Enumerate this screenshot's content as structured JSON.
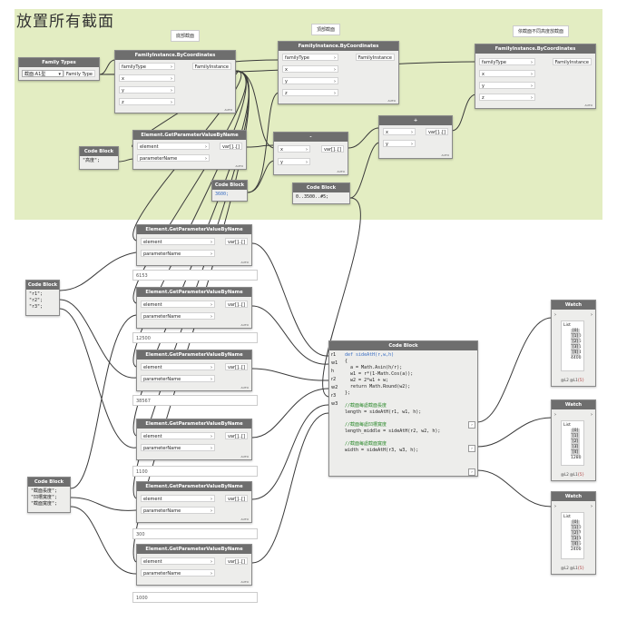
{
  "page_title": "放置所有截面",
  "notes": [
    "底部截面",
    "頂部截面",
    "依截面不同高度放截面"
  ],
  "family_types": {
    "title": "Family Types",
    "selected": "截面:A1型",
    "output": "Family Type"
  },
  "byc_nodes": [
    {
      "title": "FamilyInstance.ByCoordinates",
      "inputs": [
        "familyType",
        "x",
        "y",
        "z"
      ],
      "output": "FamilyInstance",
      "footer": "AUTO"
    },
    {
      "title": "FamilyInstance.ByCoordinates",
      "inputs": [
        "familyType",
        "x",
        "y",
        "z"
      ],
      "output": "FamilyInstance",
      "footer": "AUTO"
    },
    {
      "title": "FamilyInstance.ByCoordinates",
      "inputs": [
        "familyType",
        "x",
        "y",
        "z"
      ],
      "output": "FamilyInstance",
      "footer": "AUTO"
    }
  ],
  "gp_top": {
    "title": "Element.GetParameterValueByName",
    "inputs": [
      "element",
      "parameterName"
    ],
    "output": "var[]..[]",
    "footer": "AUTO"
  },
  "cb_height": {
    "title": "Code Block",
    "code": "\"高度\";"
  },
  "cb_3600": {
    "title": "Code Block",
    "code": "3600;"
  },
  "cb_range": {
    "title": "Code Block",
    "code": "0..3500..#5;"
  },
  "minus_node": {
    "title": "-",
    "inputs": [
      "x",
      "y"
    ],
    "output": "var[]..[]",
    "footer": "AUTO"
  },
  "plus_node": {
    "title": "+",
    "inputs": [
      "x",
      "y"
    ],
    "output": "var[]..[]",
    "footer": "AUTO"
  },
  "cb_r": {
    "title": "Code Block",
    "lines": [
      "\"r1\";",
      "\"r2\";",
      "\"r3\";"
    ]
  },
  "cb_names": {
    "title": "Code Block",
    "lines": [
      "\"截面長度\";",
      "\"凹槽寬度\";",
      "\"截面寬度\";"
    ]
  },
  "gp_nodes": [
    {
      "title": "Element.GetParameterValueByName",
      "inputs": [
        "element",
        "parameterName"
      ],
      "output": "var[]..[]",
      "footer": "AUTO",
      "value": "6153"
    },
    {
      "title": "Element.GetParameterValueByName",
      "inputs": [
        "element",
        "parameterName"
      ],
      "output": "var[]..[]",
      "footer": "AUTO",
      "value": "12500"
    },
    {
      "title": "Element.GetParameterValueByName",
      "inputs": [
        "element",
        "parameterName"
      ],
      "output": "var[]..[]",
      "footer": "AUTO",
      "value": "38567"
    },
    {
      "title": "Element.GetParameterValueByName",
      "inputs": [
        "element",
        "parameterName"
      ],
      "output": "var[]..[]",
      "footer": "AUTO",
      "value": "1100"
    },
    {
      "title": "Element.GetParameterValueByName",
      "inputs": [
        "element",
        "parameterName"
      ],
      "output": "var[]..[]",
      "footer": "AUTO",
      "value": "300"
    },
    {
      "title": "Element.GetParameterValueByName",
      "inputs": [
        "element",
        "parameterName"
      ],
      "output": "var[]..[]",
      "footer": "AUTO",
      "value": "1000"
    }
  ],
  "code_main": {
    "title": "Code Block",
    "ports": [
      "r1",
      "w1",
      "h",
      "r2",
      "w2",
      "r3",
      "w3"
    ],
    "lines": [
      "def sideAtH(r,w,h)",
      "{",
      "  a = Math.Asin(h/r);",
      "  w1 = r*(1-Math.Cos(a));",
      "  w2 = 2*w1 + w;",
      "  return Math.Round(w2);",
      "};",
      "",
      "//截面每處截面長度",
      "length = sideAtH(r1, w1, h);",
      "",
      "//截面每處凹槽寬度",
      "length_middle = sideAtH(r2, w2, h);",
      "",
      "//截面每處截面寬度",
      "width = sideAtH(r3, w3, h);"
    ]
  },
  "watches": [
    {
      "title": "Watch",
      "header": "List",
      "items": [
        "1280",
        "2316",
        "2751",
        "1584",
        "4400"
      ],
      "footer": "@L2 @L1",
      "count": "{5}"
    },
    {
      "title": "Watch",
      "header": "List",
      "items": [
        "100",
        "201",
        "441",
        "757",
        "1280"
      ],
      "footer": "@L2 @L1",
      "count": "{5}"
    },
    {
      "title": "Watch",
      "header": "List",
      "items": [
        "1000",
        "1837",
        "1343",
        "2136",
        "2400"
      ],
      "footer": "@L2 @L1",
      "count": "{5}"
    }
  ]
}
